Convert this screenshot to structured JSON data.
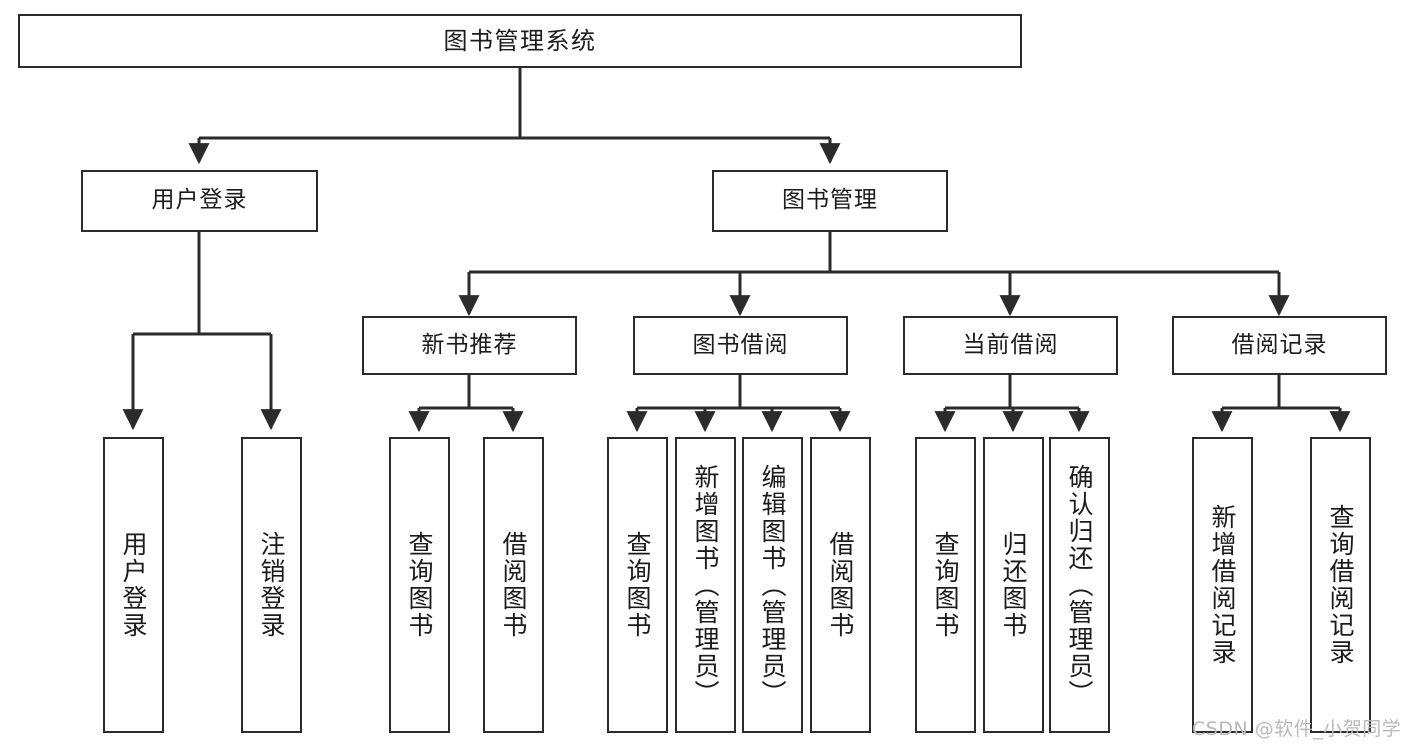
{
  "diagram": {
    "title": "图书管理系统",
    "type": "tree",
    "root": {
      "id": "root",
      "label": "图书管理系统"
    },
    "level1": [
      {
        "id": "user-login",
        "label": "用户登录"
      },
      {
        "id": "book-manage",
        "label": "图书管理"
      }
    ],
    "level2": [
      {
        "id": "new-book-rec",
        "label": "新书推荐",
        "parent": "book-manage"
      },
      {
        "id": "book-borrow",
        "label": "图书借阅",
        "parent": "book-manage"
      },
      {
        "id": "current-borrow",
        "label": "当前借阅",
        "parent": "book-manage"
      },
      {
        "id": "borrow-record",
        "label": "借阅记录",
        "parent": "book-manage"
      }
    ],
    "leaves": [
      {
        "id": "leaf-user-login",
        "label": "用户登录",
        "parent": "user-login"
      },
      {
        "id": "leaf-logout",
        "label": "注销登录",
        "parent": "user-login"
      },
      {
        "id": "leaf-query-book-1",
        "label": "查询图书",
        "parent": "new-book-rec"
      },
      {
        "id": "leaf-borrow-book-1",
        "label": "借阅图书",
        "parent": "new-book-rec"
      },
      {
        "id": "leaf-query-book-2",
        "label": "查询图书",
        "parent": "book-borrow"
      },
      {
        "id": "leaf-add-book",
        "label": "新增图书（管理员）",
        "parent": "book-borrow"
      },
      {
        "id": "leaf-edit-book",
        "label": "编辑图书（管理员）",
        "parent": "book-borrow"
      },
      {
        "id": "leaf-borrow-book-2",
        "label": "借阅图书",
        "parent": "book-borrow"
      },
      {
        "id": "leaf-query-book-3",
        "label": "查询图书",
        "parent": "current-borrow"
      },
      {
        "id": "leaf-return-book",
        "label": "归还图书",
        "parent": "current-borrow"
      },
      {
        "id": "leaf-confirm-return",
        "label": "确认归还（管理员）",
        "parent": "current-borrow"
      },
      {
        "id": "leaf-add-record",
        "label": "新增借阅记录",
        "parent": "borrow-record"
      },
      {
        "id": "leaf-query-record",
        "label": "查询借阅记录",
        "parent": "borrow-record"
      }
    ]
  },
  "colors": {
    "stroke": "#2b2b2b",
    "fill": "#ffffff",
    "text": "#1b1b1b",
    "watermark": "#b9b9b9"
  },
  "watermark": {
    "text": "CSDN @软件_小贺同学"
  }
}
